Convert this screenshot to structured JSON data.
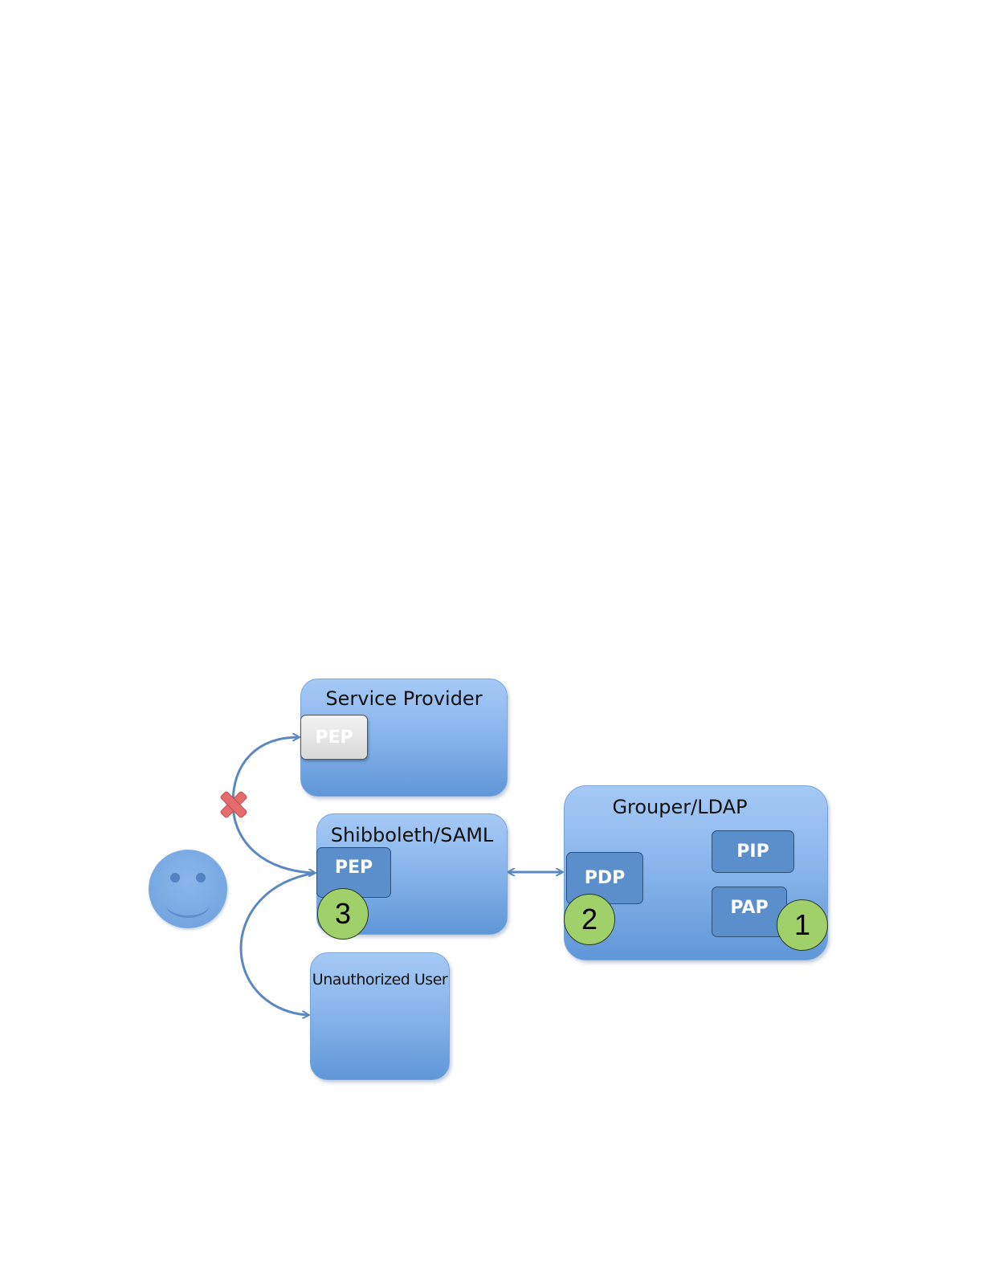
{
  "service_provider": {
    "title": "Service Provider",
    "pep_label": "PEP"
  },
  "shibboleth": {
    "title": "Shibboleth/SAML",
    "pep_label": "PEP",
    "step": "3"
  },
  "unauthorized": {
    "title": "Unauthorized User"
  },
  "grouper": {
    "title": "Grouper/LDAP",
    "pdp_label": "PDP",
    "pip_label": "PIP",
    "pap_label": "PAP",
    "pdp_step": "2",
    "pap_step": "1"
  },
  "icons": {
    "user": "smiley-face-icon",
    "denied": "red-x-icon"
  },
  "colors": {
    "box": "#8ab6ec",
    "inner": "#5b8fcc",
    "badge": "#9fd06a",
    "deny": "#e36d6d",
    "arrow": "#5a88c0"
  }
}
